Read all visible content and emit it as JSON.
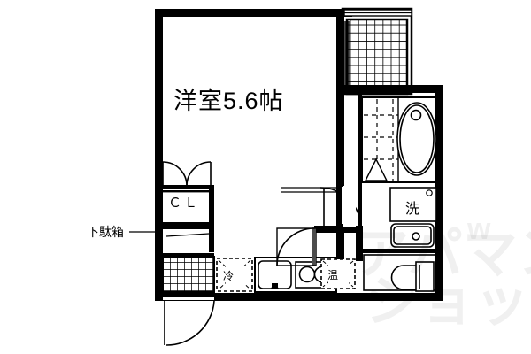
{
  "plan": {
    "type": "apartment-floor-plan",
    "layout_code": "1K",
    "ink_color": "#000000",
    "background_color": "#ffffff",
    "watermark_opacity": "0.055"
  },
  "labels": {
    "main_room": "洋室5.6帖",
    "closet": "ＣＬ",
    "shoe_cabinet": "下駄箱",
    "washing_machine": "洗",
    "refrigerator": "冷",
    "water_heater": "温"
  },
  "rooms": [
    {
      "name": "main_room",
      "label": "洋室5.6帖",
      "size_jo": 5.6
    },
    {
      "name": "closet",
      "label": "ＣＬ"
    },
    {
      "name": "entrance",
      "label": ""
    },
    {
      "name": "kitchen",
      "label": ""
    },
    {
      "name": "bathroom",
      "label": ""
    },
    {
      "name": "washroom",
      "label": "洗"
    },
    {
      "name": "toilet",
      "label": ""
    },
    {
      "name": "balcony",
      "label": ""
    }
  ],
  "fixtures": [
    {
      "name": "bathtub",
      "icon": "bathtub-icon"
    },
    {
      "name": "shower-area",
      "icon": "shower-tile-icon"
    },
    {
      "name": "washbasin",
      "icon": "sink-icon"
    },
    {
      "name": "toilet",
      "icon": "toilet-icon"
    },
    {
      "name": "kitchen-sink",
      "icon": "kitchen-sink-icon"
    },
    {
      "name": "gas-stove",
      "icon": "two-burner-stove-icon"
    },
    {
      "name": "refrigerator-space",
      "icon": "fridge-space-icon"
    },
    {
      "name": "water-heater-space",
      "icon": "heater-space-icon"
    },
    {
      "name": "entrance-tile",
      "icon": "tile-grid-icon"
    },
    {
      "name": "balcony-rail",
      "icon": "lattice-grid-icon"
    }
  ],
  "doors": [
    {
      "name": "entrance-door",
      "swing": "arc"
    },
    {
      "name": "closet-double-door",
      "swing": "double-arc"
    },
    {
      "name": "room-door",
      "swing": "arc"
    },
    {
      "name": "washroom-door",
      "swing": "arc"
    },
    {
      "name": "balcony-window",
      "swing": "sliding"
    }
  ],
  "watermark": {
    "line1": "アパマン",
    "line2": "ショップ",
    "mark": "w"
  }
}
